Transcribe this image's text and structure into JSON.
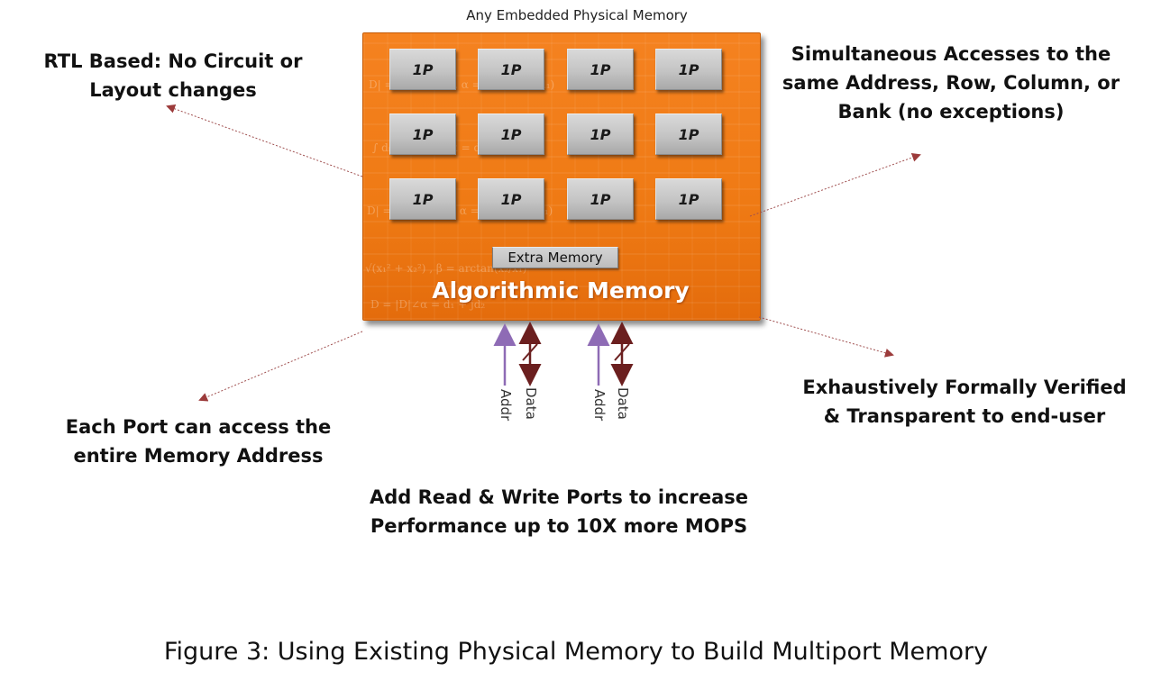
{
  "diagram": {
    "top_caption": "Any Embedded Physical Memory",
    "memory_block": {
      "title": "Algorithmic Memory",
      "extra_memory_label": "Extra Memory",
      "cells": [
        [
          "1P",
          "1P",
          "1P",
          "1P"
        ],
        [
          "1P",
          "1P",
          "1P",
          "1P"
        ],
        [
          "1P",
          "1P",
          "1P",
          "1P"
        ]
      ]
    },
    "annotations": {
      "rtl_based": [
        "RTL Based: No Circuit or",
        "Layout changes"
      ],
      "simultaneous": [
        "Simultaneous Accesses to the",
        "same Address, Row, Column, or",
        "Bank (no exceptions)"
      ],
      "each_port": [
        "Each Port can access the",
        "entire Memory Address"
      ],
      "verified": [
        "Exhaustively Formally Verified",
        "& Transparent to end-user"
      ],
      "add_ports": [
        "Add Read & Write Ports to increase",
        "Performance up to 10X more MOPS"
      ]
    },
    "ports": [
      {
        "addr_label": "Addr",
        "data_label": "Data"
      },
      {
        "addr_label": "Addr",
        "data_label": "Data"
      }
    ],
    "colors": {
      "memory_block": "#f58220",
      "cell": "#c4c4c4",
      "addr_arrow": "#8e6bb5",
      "data_arrow": "#6b1f1f",
      "pointer_line": "#a05050"
    }
  },
  "figure_caption": "Figure 3:  Using Existing Physical Memory to Build Multiport Memory"
}
